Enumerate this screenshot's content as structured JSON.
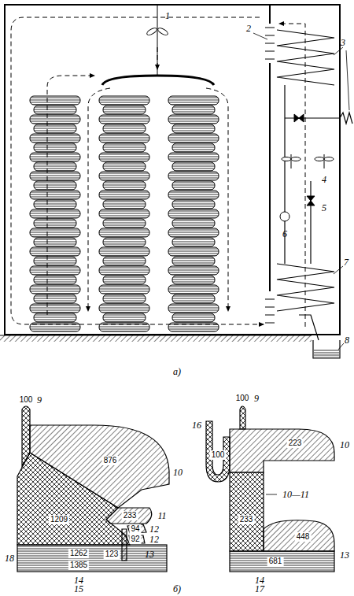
{
  "diagram": {
    "labels": [
      "1",
      "2",
      "3",
      "4",
      "5",
      "6",
      "7",
      "8",
      "а)",
      "100",
      "9",
      "876",
      "10",
      "1209",
      "233",
      "11",
      "94",
      "12",
      "92",
      "12",
      "123",
      "13",
      "18",
      "1262",
      "1385",
      "14",
      "15",
      "100",
      "9",
      "16",
      "100",
      "223",
      "10",
      "233",
      "10—11",
      "448",
      "13",
      "681",
      "14",
      "17",
      "б)"
    ]
  }
}
